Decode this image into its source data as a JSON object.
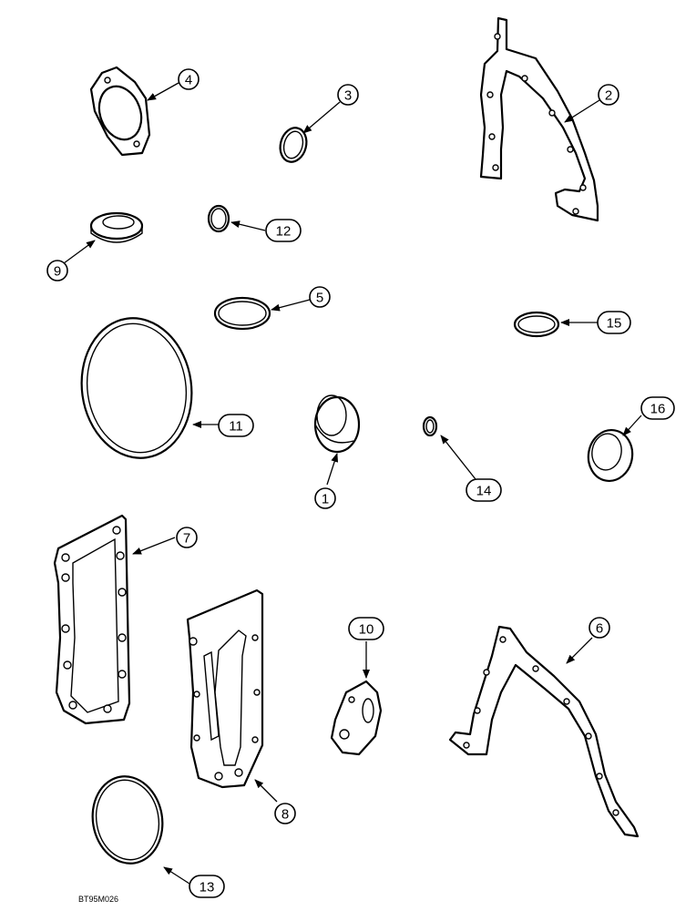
{
  "figure_code": "BT95M026",
  "callouts": {
    "c1": "1",
    "c2": "2",
    "c3": "3",
    "c4": "4",
    "c5": "5",
    "c6": "6",
    "c7": "7",
    "c8": "8",
    "c9": "9",
    "c10": "10",
    "c11": "11",
    "c12": "12",
    "c13": "13",
    "c14": "14",
    "c15": "15",
    "c16": "16"
  }
}
